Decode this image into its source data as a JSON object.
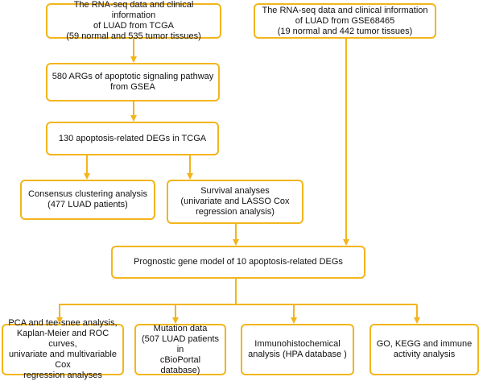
{
  "boxes": {
    "tcga_data": "The RNA-seq data and clinical information\nof LUAD from TCGA\n(59 normal and 535 tumor tissues)",
    "gse_data": "The RNA-seq data and clinical information\nof LUAD from GSE68465\n(19 normal and 442 tumor tissues)",
    "args": "580 ARGs of apoptotic signaling pathway\nfrom GSEA",
    "degs": "130 apoptosis-related DEGs in TCGA",
    "consensus": "Consensus clustering analysis\n(477 LUAD patients)",
    "survival": "Survival analyses\n(univariate and LASSO Cox\nregression analysis)",
    "model": "Prognostic gene model of 10 apoptosis-related DEGs",
    "pca": "PCA and tee-snee analysis,\nKaplan-Meier and ROC curves,\nunivariate and multivariable Cox\nregression analyses",
    "mutation": "Mutation data\n(507 LUAD patients in\ncBioPortal database)",
    "ihc": "Immunohistochemical\nanalysis (HPA database )",
    "go": "GO, KEGG and immune\nactivity analysis"
  },
  "colors": {
    "border": "#F2B51C",
    "arrow": "#F2B51C"
  }
}
